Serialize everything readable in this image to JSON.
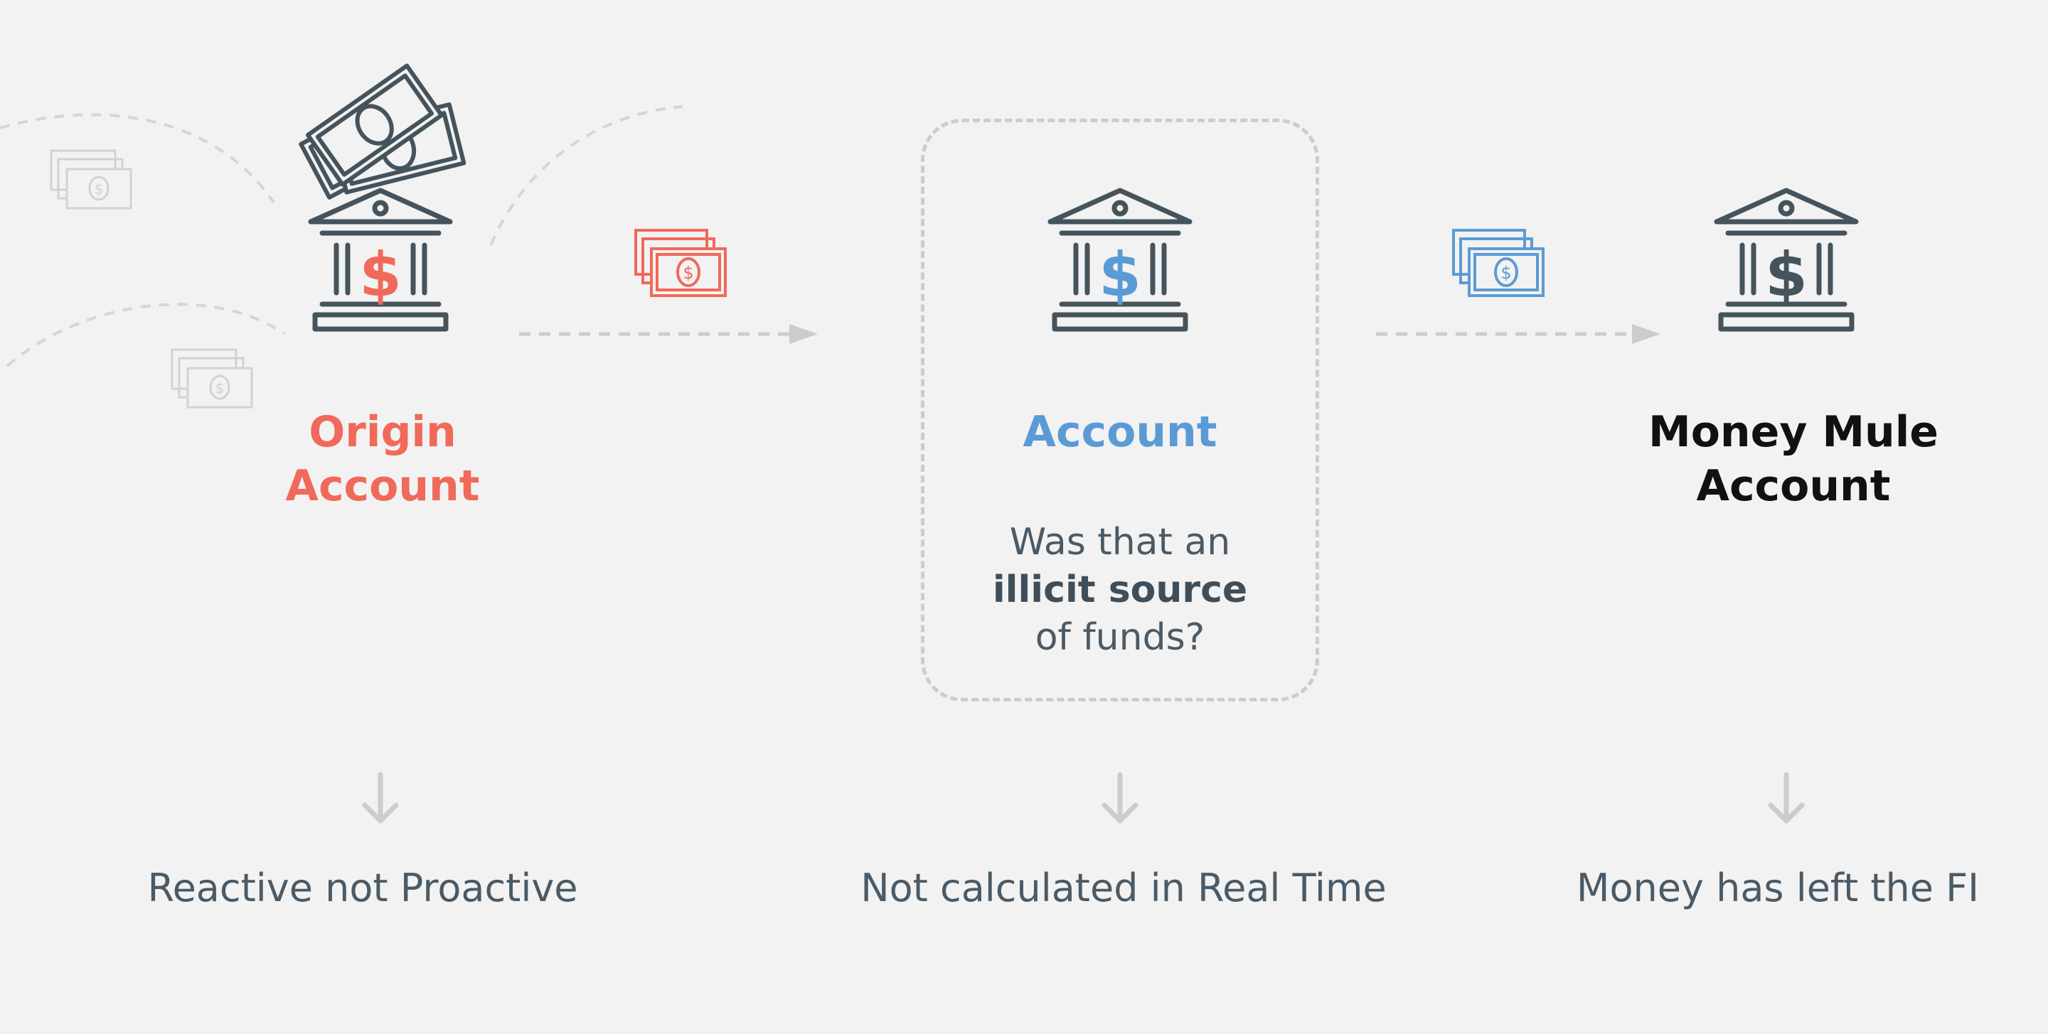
{
  "colors": {
    "background": "#f2f2f2",
    "icon_dark": "#45535c",
    "origin_accent": "#f0695a",
    "account_accent": "#5b9bd5",
    "muted": "#cccccc",
    "label_text": "#4a5a66"
  },
  "nodes": [
    {
      "id": "origin",
      "title_line1": "Origin",
      "title_line2": "Account",
      "icon": "bank-icon"
    },
    {
      "id": "account",
      "title": "Account",
      "icon": "bank-icon"
    },
    {
      "id": "mule",
      "title_line1": "Money Mule",
      "title_line2": "Account",
      "icon": "bank-icon"
    }
  ],
  "question": {
    "line1": "Was that an",
    "line2_bold": "illicit source",
    "line3": "of funds?"
  },
  "bottom_labels": [
    "Reactive not Proactive",
    "Not calculated in Real Time",
    "Money has left the FI"
  ],
  "icons": [
    "money-stack-icon",
    "arrow-right-icon",
    "arrow-down-icon",
    "dollar-icon"
  ]
}
